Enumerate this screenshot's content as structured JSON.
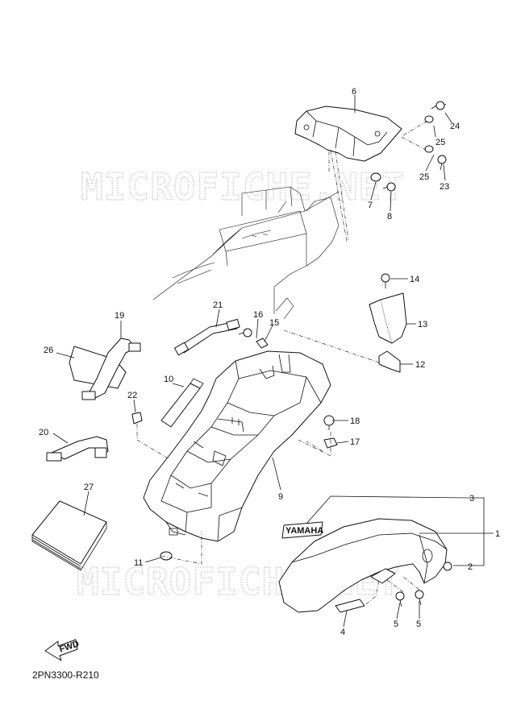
{
  "watermark": "MICROFICHE.NET",
  "diagram_code": "2PN3300-R210",
  "fwd_label": "FWD",
  "decal_text": "YAMAHA",
  "callouts": [
    "1",
    "2",
    "3",
    "4",
    "5",
    "5",
    "6",
    "7",
    "8",
    "9",
    "10",
    "11",
    "12",
    "13",
    "14",
    "15",
    "16",
    "17",
    "18",
    "19",
    "20",
    "21",
    "22",
    "23",
    "24",
    "25",
    "25",
    "26",
    "27"
  ]
}
